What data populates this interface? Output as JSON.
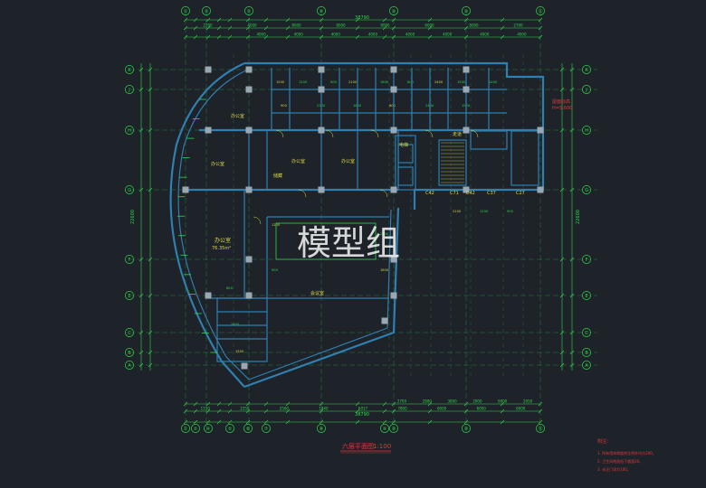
{
  "drawing": {
    "title": "六层平面图",
    "scale": "1:100",
    "watermark": "模型组",
    "colors": {
      "background": "#1e2229",
      "wall": "#2f7fb0",
      "grid": "#2f8f4a",
      "dim": "#2fd84a",
      "label": "#d8d846",
      "note": "#e23a3a",
      "column": "#9aa8b4"
    }
  },
  "axes": {
    "top": [
      "①",
      "③",
      "⑤",
      "⑧",
      "⑩",
      "⑩",
      "⑫"
    ],
    "bottom": [
      "①",
      "②",
      "④",
      "⑤",
      "⑥",
      "⑦",
      "⑧",
      "⑨",
      "⑩",
      "⑩",
      "⑫"
    ],
    "left": [
      "K",
      "J",
      "H",
      "G",
      "F",
      "E",
      "C",
      "B",
      "A"
    ],
    "right": [
      "K",
      "J",
      "H",
      "G",
      "F",
      "E",
      "C",
      "B",
      "A"
    ]
  },
  "dimensions": {
    "top_overall": "38790",
    "top_row1": [
      "2200",
      "4000",
      "8000",
      "8000",
      "8000",
      "6000",
      "8000",
      "2700"
    ],
    "top_row2": [
      "4000",
      "4000",
      "4000",
      "4000",
      "4000",
      "4000",
      "4000",
      "4000"
    ],
    "bottom_overall": "38790",
    "bottom_row1": [
      "1150",
      "2350",
      "2500",
      "1840",
      "6017",
      "7800",
      "6000",
      "6000",
      "6000"
    ],
    "bottom_row2": [
      "2700",
      "2800",
      "3800",
      "2000",
      "6000",
      "2950"
    ],
    "left_total": "22600",
    "right_total": "22600"
  },
  "rooms": [
    {
      "name": "办公室",
      "area": "76.35m²"
    },
    {
      "name": "办公室"
    },
    {
      "name": "会议室"
    },
    {
      "name": "办公室"
    },
    {
      "name": "办公室"
    },
    {
      "name": "储藏"
    },
    {
      "name": "办公室"
    },
    {
      "name": "电梯"
    },
    {
      "name": "走道"
    }
  ],
  "annotations": {
    "door_tags": [
      "C42",
      "C42",
      "C37",
      "C27",
      "C71"
    ],
    "elevation_notes": [
      "屋面标高",
      "H=5.600"
    ]
  },
  "notes": {
    "heading": "附注：",
    "items": [
      "1. 所有墙体厚度除注明外均为200。",
      "2. 卫生间地面低于楼面20。",
      "3. 未注门垛为100。"
    ]
  }
}
